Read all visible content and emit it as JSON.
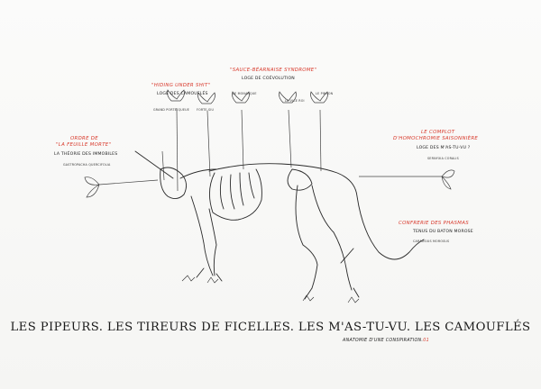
{
  "groups": {
    "hiding": {
      "title": "\"HIDING UNDER SHIT\"",
      "lodge": "LOGE DES CAMOUFLÉS"
    },
    "sauce": {
      "title": "\"SAUCE-BÉARNAISE SYNDROME\"",
      "lodge": "LOGE DE COÉVOLUTION"
    },
    "ordre": {
      "title_line1": "ORDRE DE",
      "title_line2": "\"LA FEUILLE MORTE\"",
      "lodge": "LA THÉORIE DES IMMOBILES"
    },
    "complot": {
      "title_line1": "LE COMPLOT",
      "title_line2": "D'HOMOCHROMIE SAISONNIÈRE",
      "lodge": "LOGE DES M'AS-TU-VU ?"
    },
    "confrerie": {
      "title": "CONFRERIE DES PHASMAS",
      "lodge": "TENUS DU BATON MOROSE"
    }
  },
  "species": {
    "grand": "GRAND PORTE-QUEUE",
    "forte": "FORTE-SIU",
    "monarque": "LE MONARQUE",
    "vice": "LE VICE ROI",
    "pinson": "LE PINSON",
    "gastro": "GASTROPACHA QUERCIFOLIA",
    "sernyxia": "SERNYXIA CORALIS",
    "carausius": "CARAUSIUS MOROSUS"
  },
  "title": "LES PIPEURS. LES TIREURS DE FICELLES. LES M'AS-TU-VU. LES CAMOUFLÉS",
  "subtitle_main": "ANATOMIE D'UNE CONSPIRATION.",
  "subtitle_mark": "01"
}
